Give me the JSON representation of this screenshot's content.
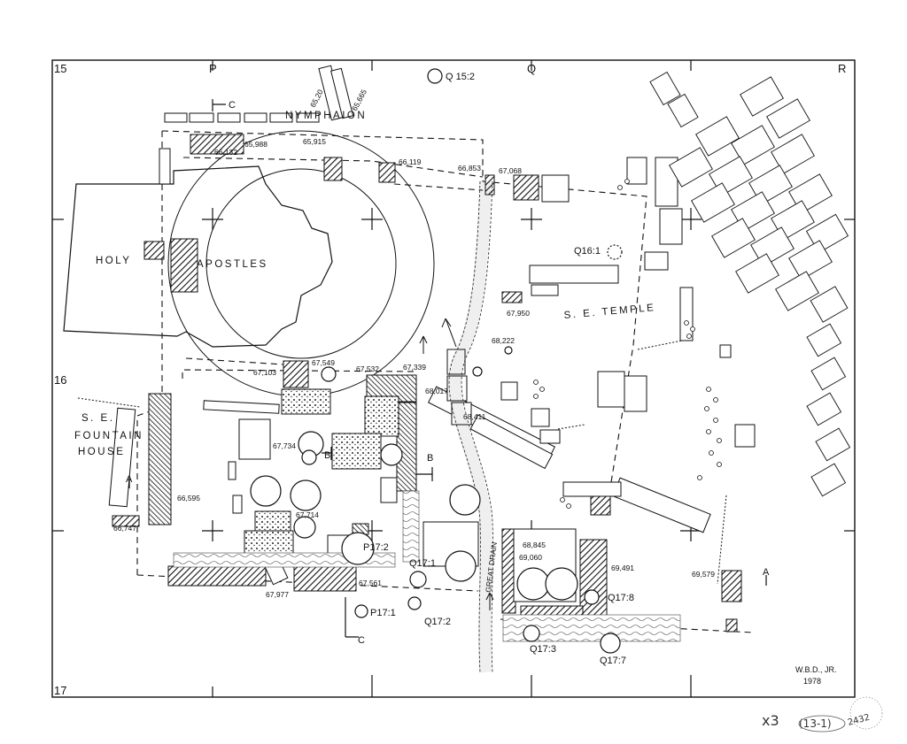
{
  "grid": {
    "columns": [
      "P",
      "Q",
      "R"
    ],
    "rows": [
      "15",
      "16",
      "17"
    ]
  },
  "labels": {
    "nymphaion": "NYMPHAION",
    "holy": "HOLY",
    "apostles": "APOSTLES",
    "se_temple": "S. E. TEMPLE",
    "fountain_line1": "S. E.",
    "fountain_line2": "FOUNTAIN",
    "fountain_line3": "HOUSE",
    "great_drain": "GREAT DRAIN"
  },
  "wells": {
    "q15_2": "Q 15:2",
    "q16_1": "Q16:1",
    "p17_2": "P17:2",
    "p17_1": "P17:1",
    "q17_1": "Q17:1",
    "q17_2": "Q17:2",
    "q17_3": "Q17:3",
    "q17_7": "Q17:7",
    "q17_8": "Q17:8"
  },
  "sections": {
    "c": "C",
    "b": "B",
    "a": "A"
  },
  "elevations": {
    "e65_201": "65,20",
    "e65_665": "65,665",
    "e65_988": "65,988",
    "e65_915": "65,915",
    "e66_132": "66,132",
    "e66_119": "66,119",
    "e66_853": "66,853",
    "e67_068": "67,068",
    "e67_950": "67,950",
    "e68_222": "68,222",
    "e67_549": "67,549",
    "e67_532": "67,532",
    "e67_339": "67,339",
    "e67_103": "67,103",
    "e68_017": "68,017",
    "e68_411": "68,411",
    "e67_734": "67,734",
    "e67_714": "67,714",
    "e66_595": "66,595",
    "e66_747": "66,747",
    "e67_561": "67,561",
    "e67_977": "67,977",
    "e68_845": "68,845",
    "e69_060": "69,060",
    "e69_491": "69,491",
    "e69_579": "69,579"
  },
  "credit": {
    "author": "W.B.D., JR.",
    "year": "1978"
  },
  "annotations": {
    "times": "x3",
    "catalog": "(13-1)",
    "number": "2432"
  }
}
